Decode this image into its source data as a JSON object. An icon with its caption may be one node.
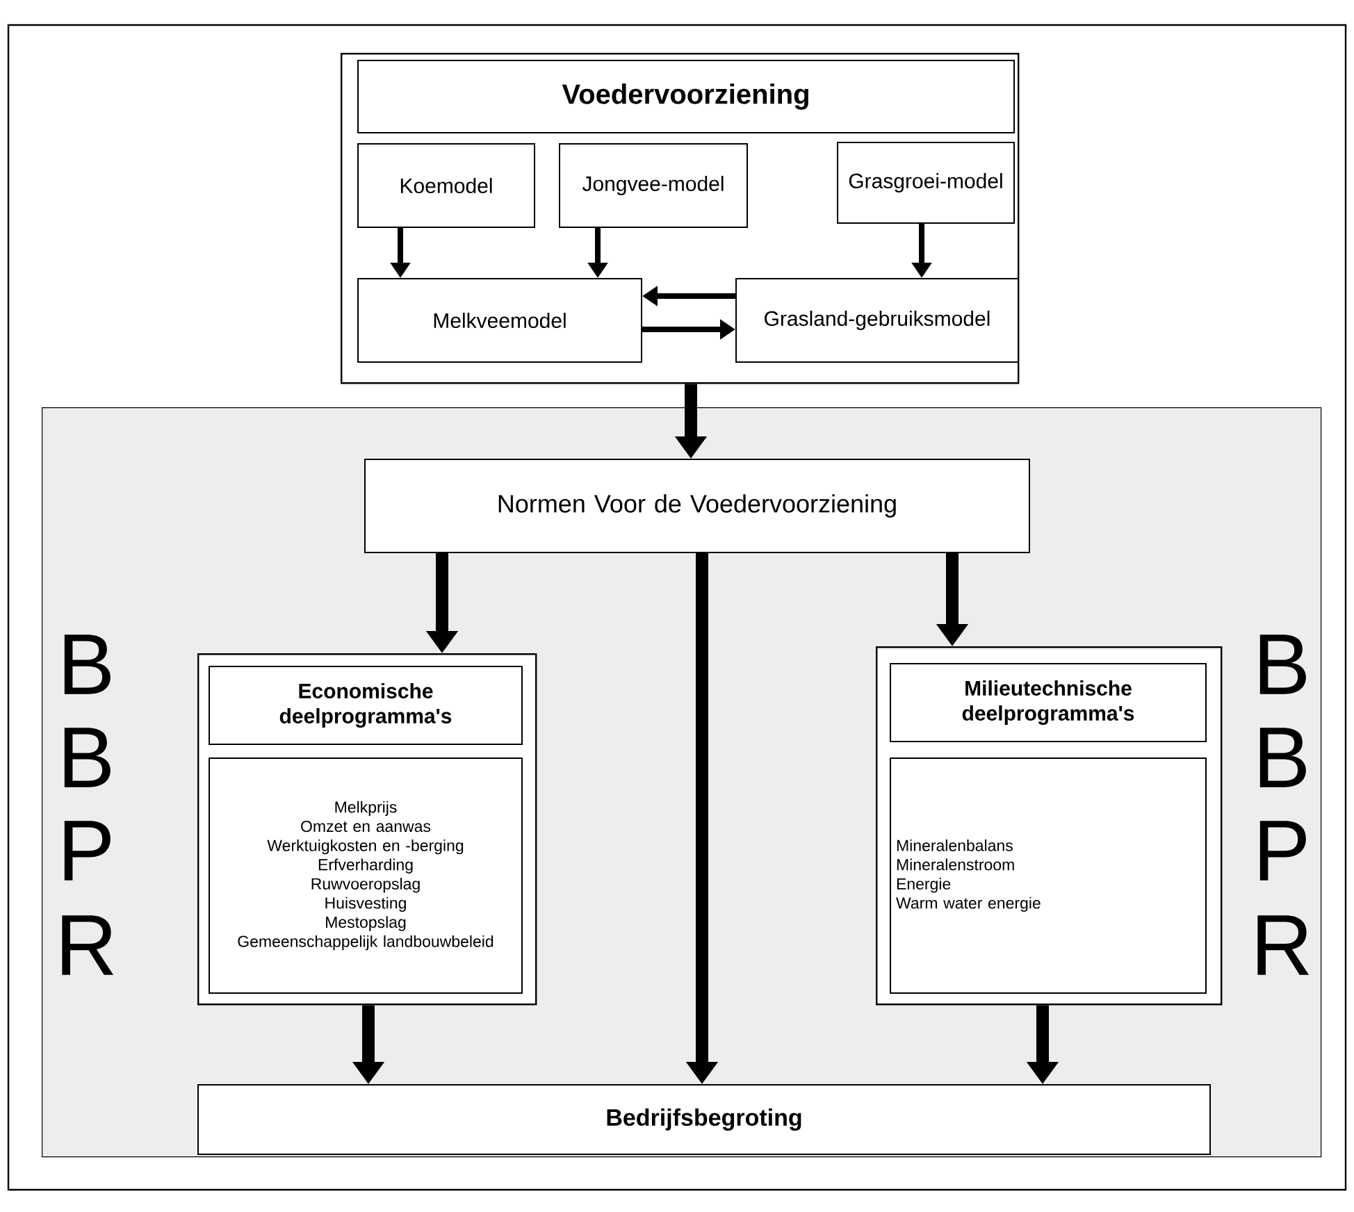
{
  "diagram": {
    "nodes": [
      {
        "text": [],
        "shape": "box"
      },
      {
        "text": [
          "Voedervoorziening"
        ],
        "in": 0
      },
      {
        "text": [
          "Koemodel"
        ],
        "in": 0
      },
      {
        "text": [
          "Jongvee-model"
        ],
        "in": 0
      },
      {
        "text": [
          "Grasgroei-model"
        ],
        "in": 0
      },
      {
        "text": [
          "Melkveemodel"
        ],
        "in": 0
      },
      {
        "text": [
          "Grasland-gebruiksmodel"
        ],
        "in": 0
      },
      {
        "text": [],
        "shape": "box"
      },
      {
        "text": [
          "Normen Voor de Voedervoorziening"
        ],
        "in": 7
      },
      {
        "text": [],
        "shape": "box",
        "in": 7
      },
      {
        "text": [
          "Economische deelprogramma's"
        ],
        "in": 9
      },
      {
        "text": [
          "Melkprijs",
          "Omzet en aanwas",
          "Werktuigkosten en -berging",
          "Erfverharding",
          "Ruwvoeropslag",
          "Huisvesting",
          "Mestopslag",
          "Gemeenschappelijk landbouwbeleid"
        ],
        "in": 9
      },
      {
        "text": [],
        "shape": "box",
        "in": 7
      },
      {
        "text": [
          "Milieutechnische deelprogramma's"
        ],
        "in": 12
      },
      {
        "text": [
          "Mineralenbalans",
          "Mineralenstroom",
          "Energie",
          "Warm water energie"
        ],
        "in": 12
      },
      {
        "text": [
          "Bedrijfsbegroting"
        ],
        "in": 7
      }
    ],
    "edges": [
      {
        "from": 2,
        "to": 5,
        "arrow": "to"
      },
      {
        "from": 3,
        "to": 5,
        "arrow": "to"
      },
      {
        "from": 4,
        "to": 6,
        "arrow": "to"
      },
      {
        "from": 6,
        "to": 5,
        "arrow": "to"
      },
      {
        "from": 5,
        "to": 6,
        "arrow": "to"
      },
      {
        "from": 0,
        "to": 8,
        "arrow": "to"
      },
      {
        "from": 8,
        "to": 9,
        "arrow": "to"
      },
      {
        "from": 8,
        "to": 12,
        "arrow": "to"
      },
      {
        "from": 8,
        "to": 15,
        "arrow": "to"
      },
      {
        "from": 9,
        "to": 15,
        "arrow": "to"
      },
      {
        "from": 12,
        "to": 15,
        "arrow": "to"
      }
    ],
    "labels": [
      "B",
      "B",
      "P",
      "R",
      "B",
      "B",
      "P",
      "R"
    ]
  }
}
